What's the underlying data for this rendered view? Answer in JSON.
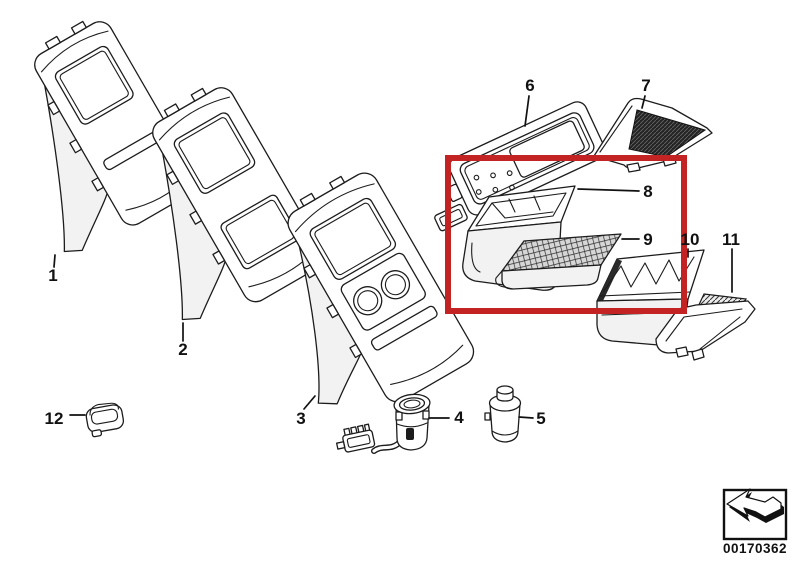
{
  "diagram": {
    "callouts": [
      {
        "label": "1"
      },
      {
        "label": "2"
      },
      {
        "label": "3"
      },
      {
        "label": "4"
      },
      {
        "label": "5"
      },
      {
        "label": "6"
      },
      {
        "label": "7"
      },
      {
        "label": "8"
      },
      {
        "label": "9"
      },
      {
        "label": "10"
      },
      {
        "label": "11"
      },
      {
        "label": "12"
      }
    ],
    "highlight": {
      "color": "#c42323"
    },
    "stamp": {
      "part_number": "00170362",
      "icon": "direction-arrow-icon"
    },
    "colors": {
      "line": "#1c1c1c",
      "background": "#ffffff"
    }
  }
}
